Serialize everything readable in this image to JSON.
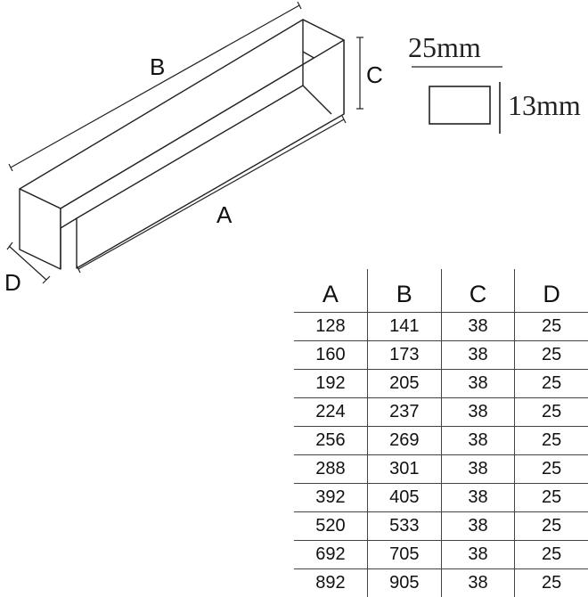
{
  "labels": {
    "a": "A",
    "b": "B",
    "c": "C",
    "d": "D"
  },
  "cross_section": {
    "width": "25mm",
    "height": "13mm"
  },
  "table": {
    "headers": [
      "A",
      "B",
      "C",
      "D"
    ],
    "rows": [
      [
        "128",
        "141",
        "38",
        "25"
      ],
      [
        "160",
        "173",
        "38",
        "25"
      ],
      [
        "192",
        "205",
        "38",
        "25"
      ],
      [
        "224",
        "237",
        "38",
        "25"
      ],
      [
        "256",
        "269",
        "38",
        "25"
      ],
      [
        "288",
        "301",
        "38",
        "25"
      ],
      [
        "392",
        "405",
        "38",
        "25"
      ],
      [
        "520",
        "533",
        "38",
        "25"
      ],
      [
        "692",
        "705",
        "38",
        "25"
      ],
      [
        "892",
        "905",
        "38",
        "25"
      ]
    ]
  }
}
